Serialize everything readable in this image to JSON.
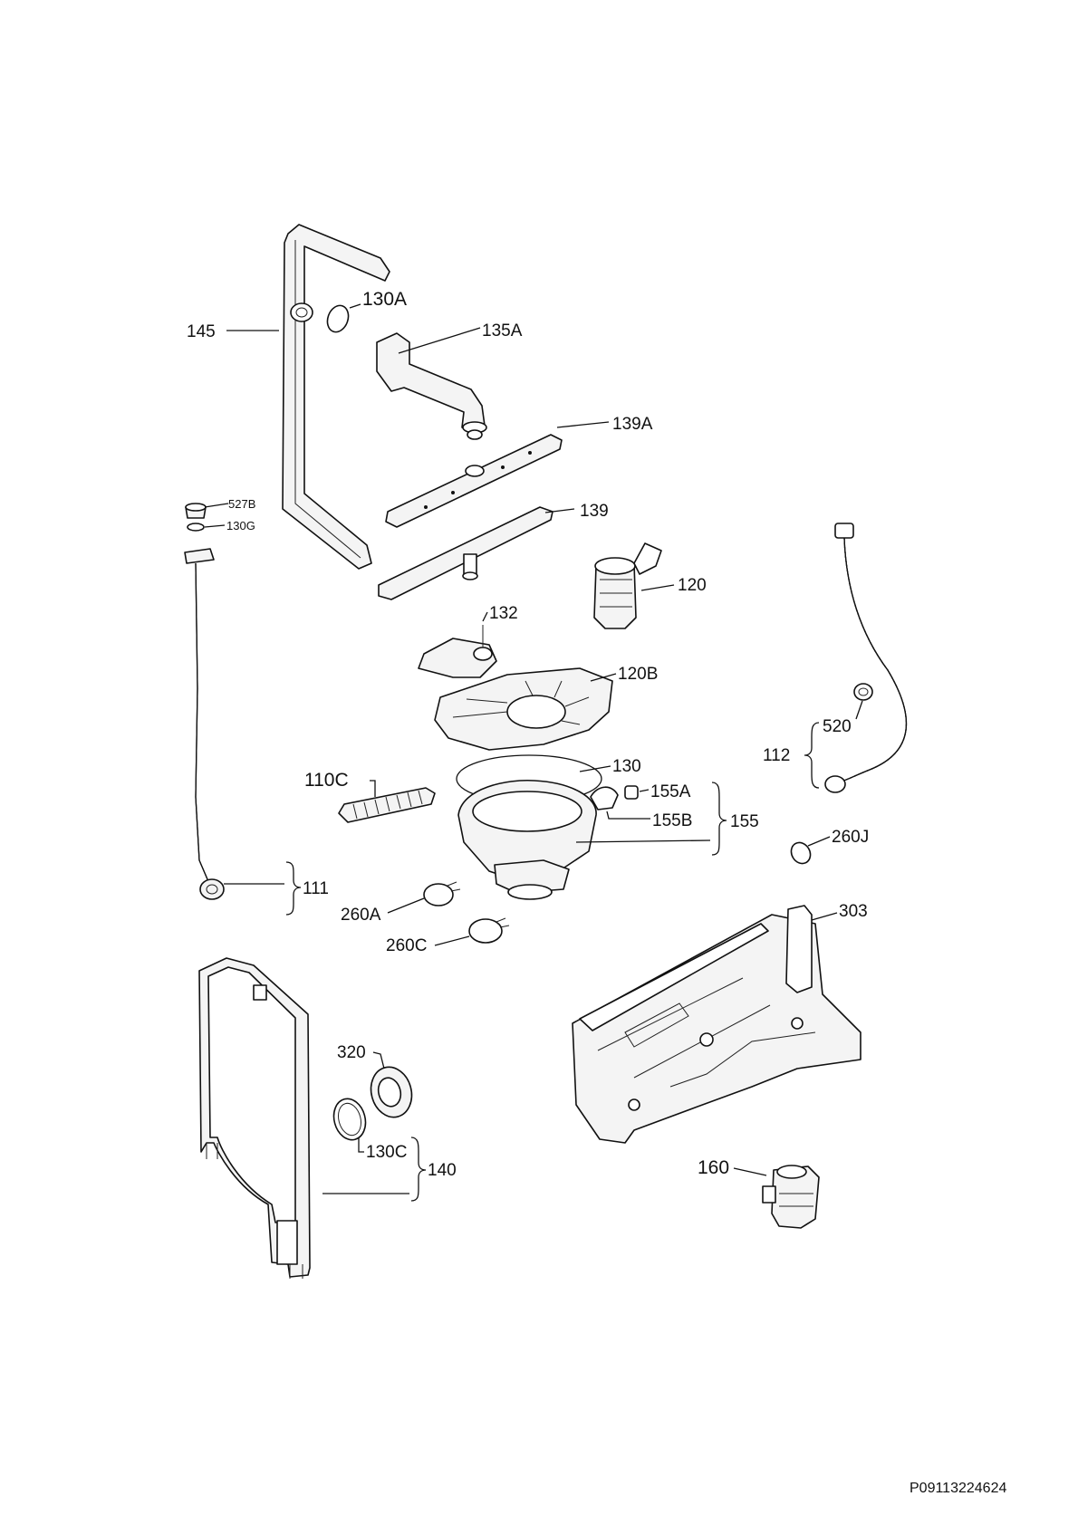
{
  "diagram": {
    "labels": {
      "l145": "145",
      "l130A": "130A",
      "l135A": "135A",
      "l139A": "139A",
      "l139": "139",
      "l527B": "527B",
      "l130G": "130G",
      "l120": "120",
      "l132": "132",
      "l120B": "120B",
      "l112": "112",
      "l520": "520",
      "l110C": "110C",
      "l130": "130",
      "l155A": "155A",
      "l155B": "155B",
      "l155": "155",
      "l260J": "260J",
      "l111": "111",
      "l260A": "260A",
      "l260C": "260C",
      "l303": "303",
      "l320": "320",
      "l130C": "130C",
      "l140": "140",
      "l160": "160"
    },
    "drawing_code": "P09113224624"
  }
}
